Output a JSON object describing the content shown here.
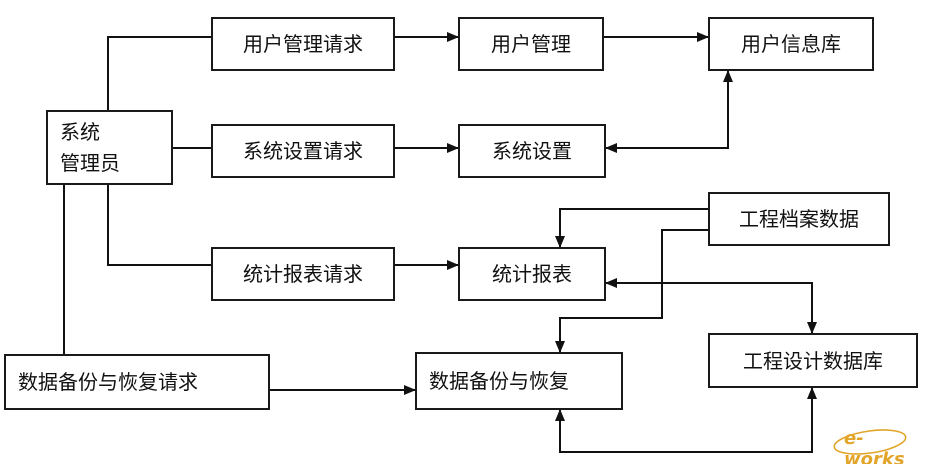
{
  "nodes": {
    "admin_line1": "系统",
    "admin_line2": "管理员",
    "user_mgmt_request": "用户管理请求",
    "user_mgmt": "用户管理",
    "user_info_db": "用户信息库",
    "sys_settings_request": "系统设置请求",
    "sys_settings": "系统设置",
    "eng_archive_data": "工程档案数据",
    "stats_report_request": "统计报表请求",
    "stats_report": "统计报表",
    "eng_design_db": "工程设计数据库",
    "backup_restore_request": "数据备份与恢复请求",
    "backup_restore": "数据备份与恢复"
  },
  "watermark": {
    "text": "e-works",
    "color": "#e2a52a"
  }
}
